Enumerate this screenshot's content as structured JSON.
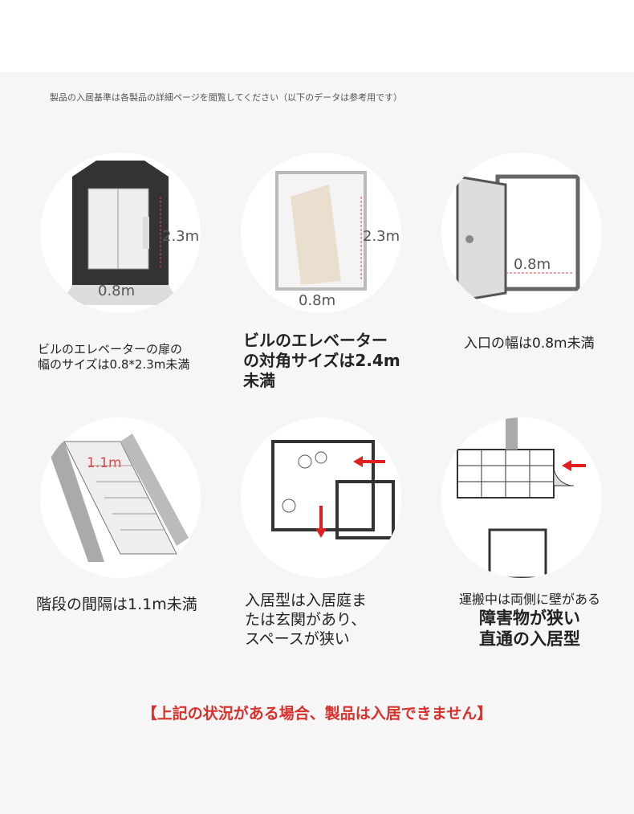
{
  "note": "製品の入居基準は各製品の詳細ページを閲覧してください（以下のデータは参考用です）",
  "items": [
    {
      "caption": [
        "ビルのエレベーターの扉の",
        "幅のサイズは0.8*2.3m未満"
      ],
      "w": "0.8m",
      "h": "2.3m"
    },
    {
      "caption": [
        "ビルのエレベーター",
        "の対角サイズは2.4m",
        "未満"
      ],
      "w": "0.8m",
      "h": "2.3m"
    },
    {
      "caption": [
        "入口の幅は0.8m未満"
      ],
      "w": "0.8m"
    },
    {
      "caption": [
        "階段の間隔は1.1m未満"
      ],
      "w": "1.1m"
    },
    {
      "caption": [
        "入居型は入居庭ま",
        "たは玄関があり、",
        "スペースが狭い"
      ]
    },
    {
      "caption": [
        "運搬中は両側に壁がある",
        "障害物が狭い",
        "直通の入居型"
      ]
    }
  ],
  "warning": "【上記の状況がある場合、製品は入居できません】",
  "colors": {
    "accent": "#e02020",
    "dim": "#e0474c"
  }
}
